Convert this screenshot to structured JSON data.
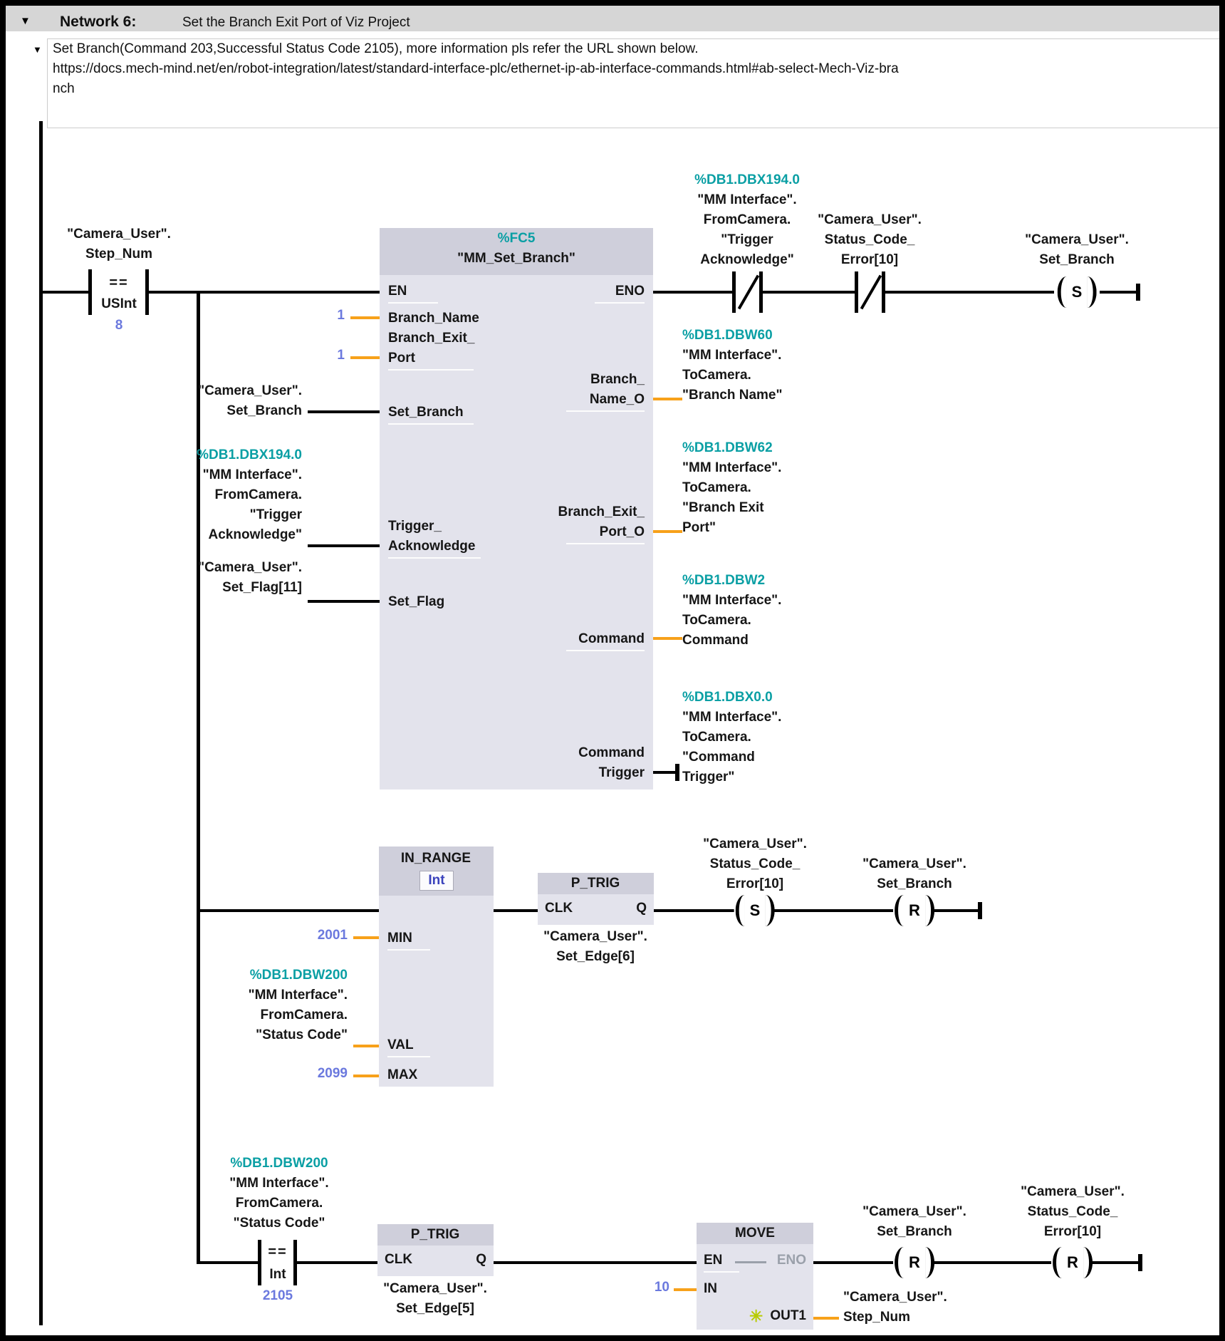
{
  "colors": {
    "address_teal": "#0a9fa4",
    "constant_blue": "#6b79de",
    "wire_orange": "#f7a11a",
    "block_fill": "#e3e3ec",
    "block_header": "#cfcfdb",
    "network_bar": "#d6d6d6",
    "out_icon_yellow": "#b7cb00"
  },
  "header": {
    "collapse_icon": "▼",
    "number": "Network 6:",
    "title": "Set the Branch Exit Port of Viz Project"
  },
  "comment": {
    "collapse_icon": "▼",
    "lines": [
      "Set Branch(Command 203,Successful Status Code 2105), more information pls refer the URL shown below.",
      "https://docs.mech-mind.net/en/robot-integration/latest/standard-interface-plc/ethernet-ip-ab-interface-commands.html#ab-select-Mech-Viz-bra",
      "nch"
    ]
  },
  "rung1": {
    "compare": {
      "operand": [
        "\"Camera_User\".",
        "Step_Num"
      ],
      "operator": "==",
      "type": "USInt",
      "value": "8"
    },
    "fc_block": {
      "address": "%FC5",
      "name": "\"MM_Set_Branch\"",
      "pins": {
        "en": "EN",
        "branch_name": "Branch_Name",
        "branch_exit_port": [
          "Branch_Exit_",
          "Port"
        ],
        "set_branch": "Set_Branch",
        "trigger_acknowledge": [
          "Trigger_",
          "Acknowledge"
        ],
        "set_flag": "Set_Flag",
        "eno": "ENO",
        "branch_name_o": [
          "Branch_",
          "Name_O"
        ],
        "branch_exit_port_o": [
          "Branch_Exit_",
          "Port_O"
        ],
        "command": "Command",
        "command_trigger": [
          "Command",
          "Trigger"
        ]
      }
    },
    "inputs": {
      "branch_name_value": "1",
      "branch_exit_port_value": "1",
      "set_branch": [
        "\"Camera_User\".",
        "Set_Branch"
      ],
      "trigger_acknowledge": [
        "%DB1.DBX194.0",
        "\"MM Interface\".",
        "FromCamera.",
        "\"Trigger",
        "Acknowledge\""
      ],
      "set_flag": [
        "\"Camera_User\".",
        "Set_Flag[11]"
      ]
    },
    "outputs": {
      "branch_name_o": [
        "%DB1.DBW60",
        "\"MM Interface\".",
        "ToCamera.",
        "\"Branch Name\""
      ],
      "branch_exit_port_o": [
        "%DB1.DBW62",
        "\"MM Interface\".",
        "ToCamera.",
        "\"Branch Exit",
        "Port\""
      ],
      "command": [
        "%DB1.DBW2",
        "\"MM Interface\".",
        "ToCamera.",
        "Command"
      ],
      "command_trigger": [
        "%DB1.DBX0.0",
        "\"MM Interface\".",
        "ToCamera.",
        "\"Command",
        "Trigger\""
      ]
    },
    "nc_contact_1": [
      "%DB1.DBX194.0",
      "\"MM Interface\".",
      "FromCamera.",
      "\"Trigger",
      "Acknowledge\""
    ],
    "nc_contact_2": [
      "\"Camera_User\".",
      "Status_Code_",
      "Error[10]"
    ],
    "set_coil": {
      "symbol": "S",
      "label": [
        "\"Camera_User\".",
        "Set_Branch"
      ]
    }
  },
  "rung2": {
    "in_range": {
      "title": "IN_RANGE",
      "type": "Int",
      "pins": {
        "min": "MIN",
        "val": "VAL",
        "max": "MAX"
      },
      "min_value": "2001",
      "max_value": "2099",
      "val_operand": [
        "%DB1.DBW200",
        "\"MM Interface\".",
        "FromCamera.",
        "\"Status Code\""
      ]
    },
    "p_trig": {
      "title": "P_TRIG",
      "clk": "CLK",
      "q": "Q",
      "operand": [
        "\"Camera_User\".",
        "Set_Edge[6]"
      ]
    },
    "set_coil": {
      "symbol": "S",
      "label": [
        "\"Camera_User\".",
        "Status_Code_",
        "Error[10]"
      ]
    },
    "reset_coil": {
      "symbol": "R",
      "label": [
        "\"Camera_User\".",
        "Set_Branch"
      ]
    }
  },
  "rung3": {
    "compare": {
      "operand": [
        "%DB1.DBW200",
        "\"MM Interface\".",
        "FromCamera.",
        "\"Status Code\""
      ],
      "operator": "==",
      "type": "Int",
      "value": "2105"
    },
    "p_trig": {
      "title": "P_TRIG",
      "clk": "CLK",
      "q": "Q",
      "operand": [
        "\"Camera_User\".",
        "Set_Edge[5]"
      ]
    },
    "move": {
      "title": "MOVE",
      "en": "EN",
      "eno": "ENO",
      "in": "IN",
      "out1": "OUT1",
      "in_value": "10",
      "out_icon": "✳",
      "out_operand": [
        "\"Camera_User\".",
        "Step_Num"
      ]
    },
    "reset_coil_1": {
      "symbol": "R",
      "label": [
        "\"Camera_User\".",
        "Set_Branch"
      ]
    },
    "reset_coil_2": {
      "symbol": "R",
      "label": [
        "\"Camera_User\".",
        "Status_Code_",
        "Error[10]"
      ]
    }
  }
}
